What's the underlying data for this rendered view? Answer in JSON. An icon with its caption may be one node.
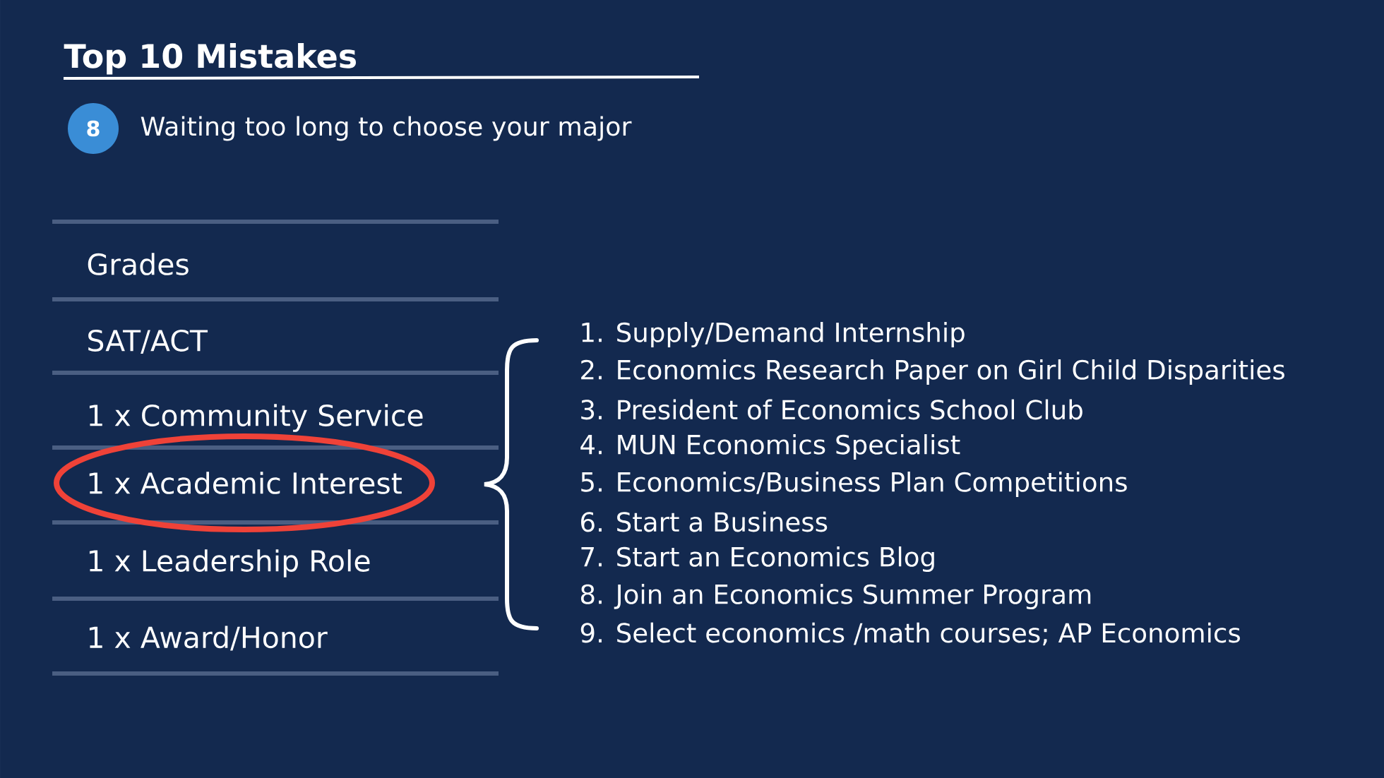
{
  "diagram": {
    "title": "Top 10 Mistakes",
    "nodes": [
      {
        "text": [
          "8"
        ],
        "beside": [
          "Waiting too long to choose your major"
        ]
      },
      {
        "text": [
          "1 x Academic Interest"
        ]
      }
    ],
    "labels": [
      "Grades",
      "SAT/ACT",
      "1 x Community Service",
      "1 x Leadership Role",
      "1 x Award/Honor",
      "1. Supply/Demand Internship",
      "2. Economics Research Paper on Girl Child Disparities",
      "3. President of Economics School Club",
      "4. MUN Economics Specialist",
      "5. Economics/Business Plan Competitions",
      "6. Start a Business",
      "7. Start an Economics Blog",
      "8. Join an Economics Summer Program",
      "9. Select economics /math courses; AP Economics"
    ]
  }
}
